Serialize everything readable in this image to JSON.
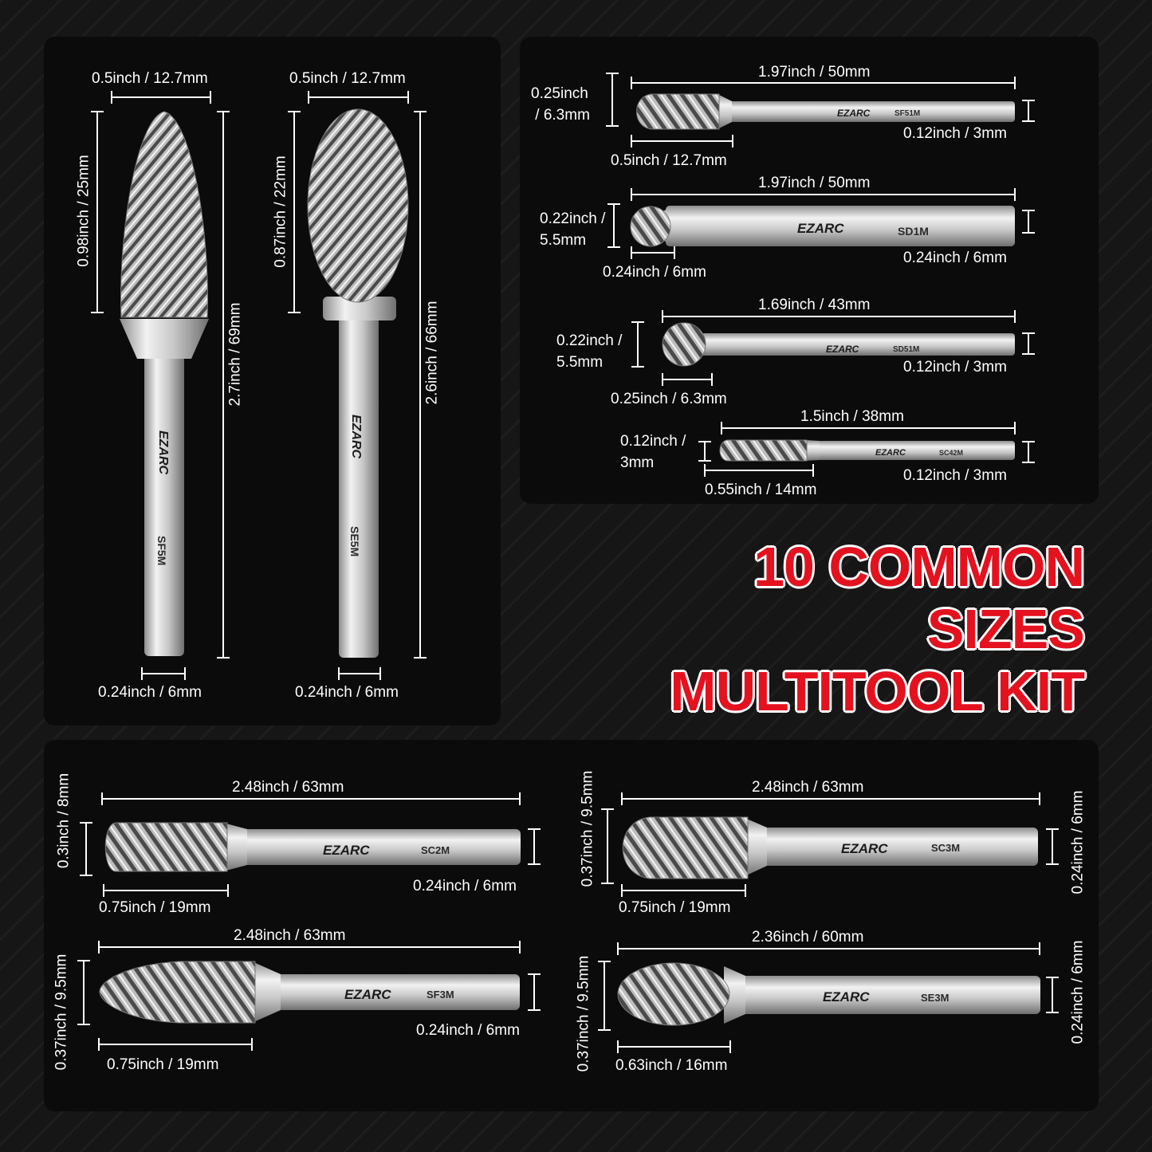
{
  "headline": {
    "line1": "10 COMMON",
    "line2": "SIZES",
    "line3": "MULTITOOL KIT"
  },
  "colors": {
    "accent": "#e4121f",
    "background": "#161616",
    "panel": "#0b0b0b",
    "steel": "#c9c9c9"
  },
  "brand": "EZARC",
  "burrs": {
    "sf5m": {
      "code": "SF5M",
      "head_width": "0.5inch / 12.7mm",
      "head_length": "0.98inch / 25mm",
      "total_length": "2.7inch / 69mm",
      "shank": "0.24inch / 6mm"
    },
    "se5m": {
      "code": "SE5M",
      "head_width": "0.5inch / 12.7mm",
      "head_length": "0.87inch / 22mm",
      "total_length": "2.6inch / 66mm",
      "shank": "0.24inch / 6mm"
    },
    "sf51m": {
      "code": "SF51M",
      "total_length": "1.97inch / 50mm",
      "head_diameter": "0.25inch / 6.3mm",
      "head_length": "0.5inch / 12.7mm",
      "shank": "0.12inch / 3mm"
    },
    "sd1m": {
      "code": "SD1M",
      "total_length": "1.97inch / 50mm",
      "head_diameter": "0.22inch / 5.5mm",
      "head_length": "0.24inch / 6mm",
      "shank": "0.24inch / 6mm"
    },
    "sd51m": {
      "code": "SD51M",
      "total_length": "1.69inch / 43mm",
      "head_diameter": "0.22inch / 5.5mm",
      "head_length": "0.25inch / 6.3mm",
      "shank": "0.12inch / 3mm"
    },
    "sc42m": {
      "code": "SC42M",
      "total_length": "1.5inch / 38mm",
      "head_diameter": "0.12inch / 3mm",
      "head_length": "0.55inch / 14mm",
      "shank": "0.12inch / 3mm"
    },
    "sc2m": {
      "code": "SC2M",
      "total_length": "2.48inch / 63mm",
      "head_diameter": "0.3inch / 8mm",
      "head_length": "0.75inch / 19mm",
      "shank": "0.24inch / 6mm"
    },
    "sc3m": {
      "code": "SC3M",
      "total_length": "2.48inch / 63mm",
      "head_diameter": "0.37inch / 9.5mm",
      "head_length": "0.75inch / 19mm",
      "shank": "0.24inch / 6mm"
    },
    "sf3m": {
      "code": "SF3M",
      "total_length": "2.48inch / 63mm",
      "head_diameter": "0.37inch / 9.5mm",
      "head_length": "0.75inch / 19mm",
      "shank": "0.24inch / 6mm"
    },
    "se3m": {
      "code": "SE3M",
      "total_length": "2.36inch / 60mm",
      "head_diameter": "0.37inch / 9.5mm",
      "head_length": "0.63inch / 16mm",
      "shank": "0.24inch / 6mm"
    }
  }
}
